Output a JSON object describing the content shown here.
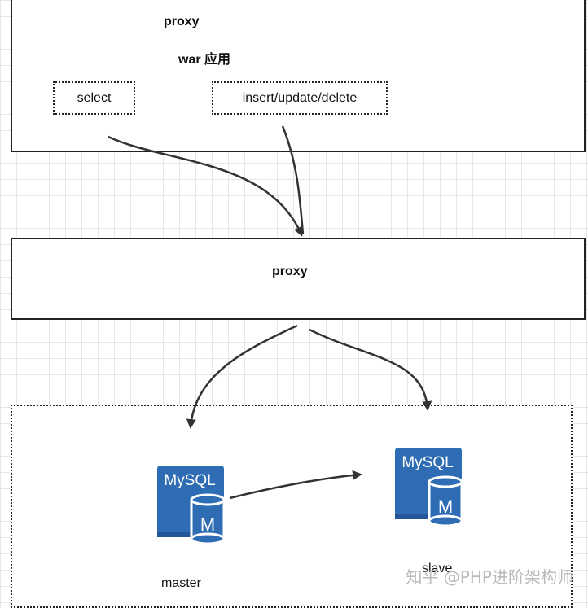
{
  "top_layer": {
    "title": "proxy",
    "subtitle": "war 应用",
    "ops": {
      "select": "select",
      "write": "insert/update/delete"
    }
  },
  "middle_layer": {
    "title": "proxy"
  },
  "database_layer": {
    "master": {
      "logo_text": "MySQL",
      "badge": "M",
      "label": "master"
    },
    "slave": {
      "logo_text": "MySQL",
      "badge": "M",
      "label": "slave"
    }
  },
  "watermark": "知乎 @PHP进阶架构师",
  "colors": {
    "mysql_blue": "#2e6db4",
    "line": "#333333"
  }
}
